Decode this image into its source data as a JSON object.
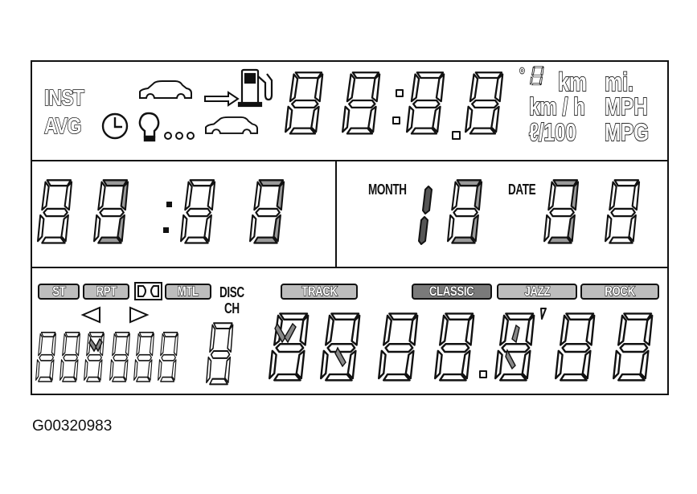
{
  "top": {
    "inst_label": "INST",
    "avg_label": "AVG",
    "units": {
      "temp_unit_glyph": "°",
      "km": "km",
      "mi": "mi.",
      "kmh": "km / h",
      "mph": "MPH",
      "l100": "ℓ/100",
      "mpg": "MPG"
    },
    "icons": [
      "car-icon",
      "arrow-right-icon",
      "fuel-pump-icon",
      "clock-icon",
      "bulb-icon",
      "car-icon"
    ],
    "dots": "..."
  },
  "middle": {
    "month_label": "MONTH",
    "date_label": "DATE"
  },
  "bottom": {
    "chips": [
      {
        "label": "ST"
      },
      {
        "label": "RPT"
      },
      {
        "label": "MTL"
      },
      {
        "label": "TRACK"
      },
      {
        "label": "CLASSIC"
      },
      {
        "label": "JAZZ"
      },
      {
        "label": "ROCK"
      }
    ],
    "disc_label": "DISC",
    "ch_label": "CH",
    "icons": [
      "dolby-icon",
      "seek-left-icon",
      "seek-right-icon"
    ]
  },
  "caption": "G00320983"
}
